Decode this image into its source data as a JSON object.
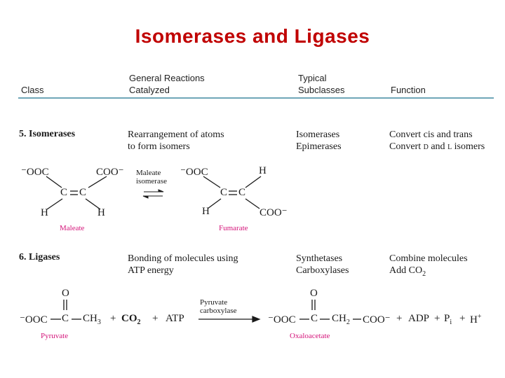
{
  "title": "Isomerases and Ligases",
  "headers": {
    "class": "Class",
    "reactions_line1": "General Reactions",
    "reactions_line2": "Catalyzed",
    "subclasses_line1": "Typical",
    "subclasses_line2": "Subclasses",
    "function": "Function"
  },
  "isomerases": {
    "class_label": "5. Isomerases",
    "reaction_line1": "Rearrangement of atoms",
    "reaction_line2": "to form isomers",
    "subclass1": "Isomerases",
    "subclass2": "Epimerases",
    "function1": "Convert cis and trans",
    "function2_prefix": "Convert ",
    "function2_d": "d",
    "function2_and": " and ",
    "function2_l": "l",
    "function2_suffix": " isomers",
    "scheme": {
      "left_ooc": "⁻OOC",
      "left_coo": "COO⁻",
      "c_left": "C",
      "c_right": "C",
      "h_left": "H",
      "h_right": "H",
      "enzyme1": "Maleate",
      "enzyme2": "isomerase",
      "right_ooc": "⁻OOC",
      "right_h_top": "H",
      "right_c1": "C",
      "right_c2": "C",
      "right_h_bottom": "H",
      "right_coo": "COO⁻",
      "reactant_name": "Maleate",
      "product_name": "Fumarate"
    }
  },
  "ligases": {
    "class_label": "6. Ligases",
    "reaction_line1": "Bonding of molecules using",
    "reaction_line2": "ATP energy",
    "subclass1": "Synthetases",
    "subclass2": "Carboxylases",
    "function1": "Combine molecules",
    "function2_main": "Add CO",
    "function2_sub": "2",
    "scheme": {
      "o1": "O",
      "pyr_ooc": "⁻OOC",
      "pyr_c": "C",
      "pyr_ch": "CH",
      "pyr_sub3": "3",
      "plus1": "+",
      "co": "CO",
      "co_sub": "2",
      "plus2": "+",
      "atp": "ATP",
      "enzyme1": "Pyruvate",
      "enzyme2": "carboxylase",
      "o2": "O",
      "oxa_ooc": "⁻OOC",
      "oxa_c": "C",
      "oxa_ch": "CH",
      "oxa_sub2": "2",
      "oxa_coo": "COO⁻",
      "plus3": "+",
      "adp": "ADP",
      "plus4": "+",
      "pi": "P",
      "pi_sub": "i",
      "plus5": "+",
      "h": "H",
      "h_sup": "+",
      "reactant_name": "Pyruvate",
      "product_name": "Oxaloacetate"
    }
  }
}
